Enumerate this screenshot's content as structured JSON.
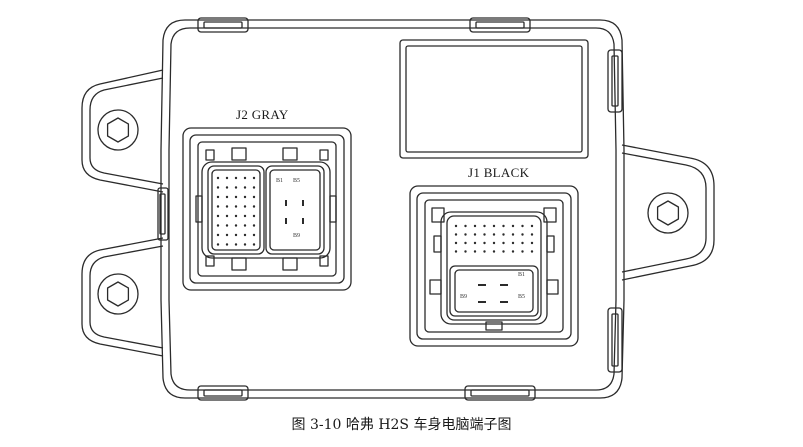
{
  "labels": {
    "j2": "J2 GRAY",
    "j1": "J1 BLACK"
  },
  "pins": {
    "j2_b1": "B1",
    "j2_b5": "B5",
    "j2_b9": "B9",
    "j1_b1": "B1",
    "j1_b5": "B5",
    "j1_b9": "B9"
  },
  "caption": "图 3-10   哈弗 H2S 车身电脑端子图",
  "colors": {
    "line": "#2b2b2b",
    "background": "#ffffff"
  }
}
